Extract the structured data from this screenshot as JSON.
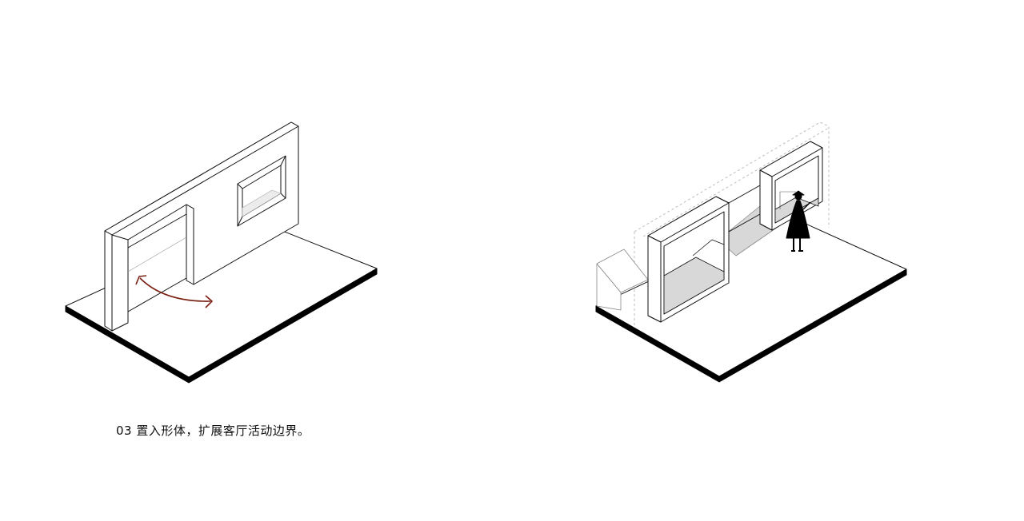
{
  "caption": "03 置入形体，扩展客厅活动边界。",
  "colors": {
    "line": "#111111",
    "slab_edge": "#000000",
    "arrow": "#7a1e12",
    "floor_fill": "#ffffff",
    "shadow_fill": "#d8d8d8",
    "dashed": "#bdbdbd"
  },
  "panels": [
    {
      "name": "before-diagram",
      "elements": [
        "floor-slab",
        "l-wall-with-opening",
        "window-box",
        "rotation-arrow"
      ]
    },
    {
      "name": "after-diagram",
      "elements": [
        "floor-slab",
        "inserted-boxes",
        "person-silhouette",
        "dashed-outline"
      ]
    }
  ]
}
